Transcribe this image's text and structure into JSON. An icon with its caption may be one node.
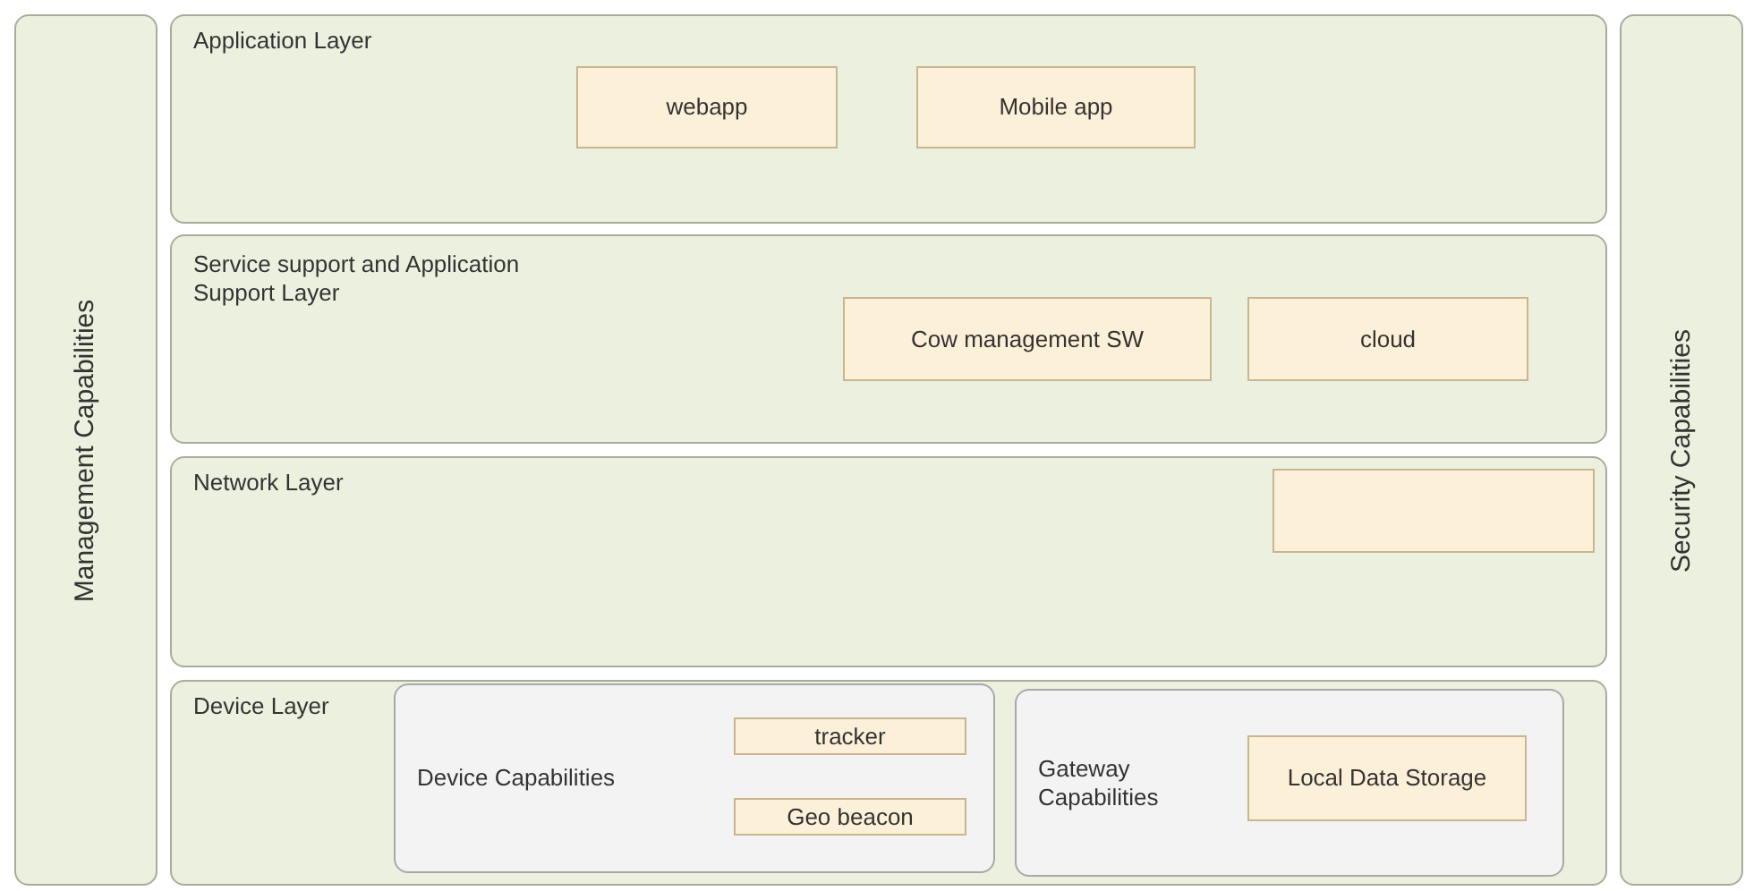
{
  "diagram": {
    "nodes": [
      {
        "text": [
          "Management Capabilities"
        ]
      },
      {
        "text": [
          "Application Layer"
        ]
      },
      {
        "text": [
          "webapp"
        ],
        "in": 1
      },
      {
        "text": [
          "Mobile app"
        ],
        "in": 1
      },
      {
        "text": [
          "Service support and Application Support Layer"
        ]
      },
      {
        "text": [
          "Cow management SW"
        ],
        "in": 4
      },
      {
        "text": [
          "cloud"
        ],
        "in": 4
      },
      {
        "text": [
          "Network Layer"
        ]
      },
      {
        "text": [],
        "shape": "box",
        "in": 7
      },
      {
        "text": [
          "Device Layer"
        ]
      },
      {
        "text": [
          "Device Capabilities"
        ],
        "in": 9
      },
      {
        "text": [
          "tracker"
        ],
        "in": 10
      },
      {
        "text": [
          "Geo beacon"
        ],
        "in": 10
      },
      {
        "text": [
          "Gateway Capabilities"
        ],
        "in": 9
      },
      {
        "text": [
          "Local Data Storage"
        ],
        "in": 13
      },
      {
        "text": [
          "Security Capabilities"
        ]
      }
    ]
  }
}
